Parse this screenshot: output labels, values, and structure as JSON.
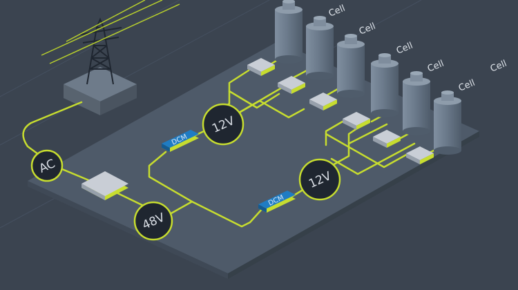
{
  "colors": {
    "background": "#3b4450",
    "platform": "#4e5a69",
    "wire": "#c7dd2f",
    "node_fill": "#1f2630",
    "module_top": "#c9ced6",
    "dcm_blue": "#1f7cc3",
    "cell_body": "#6b7a8b"
  },
  "nodes": {
    "ac": "AC",
    "v48": "48V",
    "v12_top": "12V",
    "v12_bottom": "12V"
  },
  "dcm": {
    "top": "DCM",
    "bottom": "DCM"
  },
  "cells": [
    "Cell",
    "Cell",
    "Cell",
    "Cell",
    "Cell",
    "Cell"
  ],
  "icons": {
    "tower": "power-tower-icon",
    "converter": "converter-module-icon",
    "cell": "battery-cell-icon"
  }
}
